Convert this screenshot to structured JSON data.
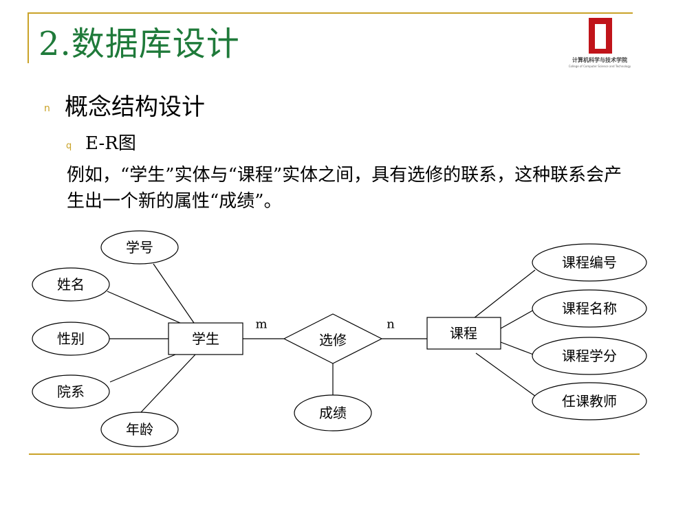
{
  "slide": {
    "title": "2.数据库设计",
    "logo_cn": "计算机科学与技术学院",
    "logo_en": "College of Computer Science and Technology",
    "bullet_l1": "n",
    "bullet_l2": "q",
    "heading": "概念结构设计",
    "subheading": "E-R图",
    "paragraph": "例如，“学生”实体与“课程”实体之间，具有选修的联系，这种联系会产生出一个新的属性“成绩”。"
  },
  "diagram": {
    "entities": {
      "student": "学生",
      "course": "课程"
    },
    "relationship": "选修",
    "relationship_attribute": "成绩",
    "cardinality_left": "m",
    "cardinality_right": "n",
    "student_attributes": [
      "学号",
      "姓名",
      "性别",
      "院系",
      "年龄"
    ],
    "course_attributes": [
      "课程编号",
      "课程名称",
      "课程学分",
      "任课教师"
    ]
  },
  "colors": {
    "title": "#1f7a3a",
    "accent": "#c9a227",
    "logo": "#c0141a"
  }
}
